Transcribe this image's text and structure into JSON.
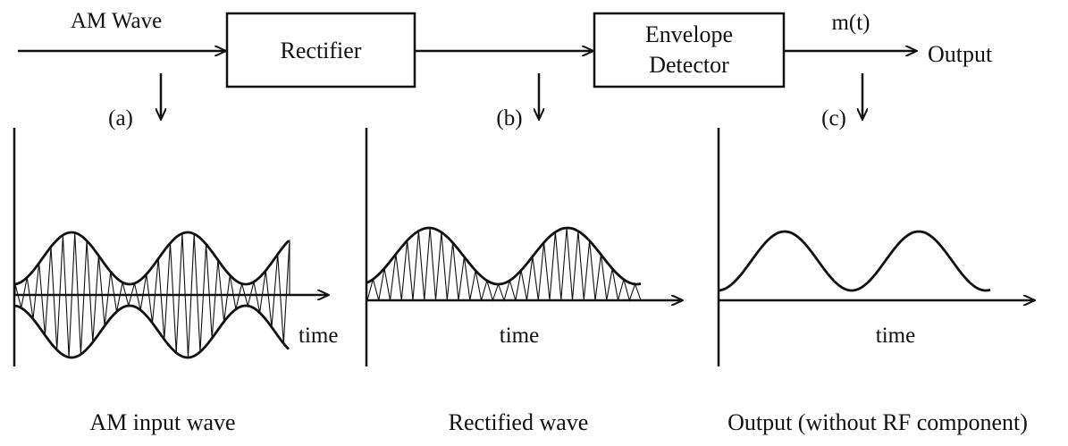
{
  "blocks": {
    "rectifier": "Rectifier",
    "detector_line1": "Envelope",
    "detector_line2": "Detector"
  },
  "signals": {
    "input": "AM Wave",
    "message": "m(t)",
    "output": "Output"
  },
  "taps": {
    "a": "(a)",
    "b": "(b)",
    "c": "(c)"
  },
  "axes": {
    "a_time": "time",
    "b_time": "time",
    "c_time": "time"
  },
  "captions": {
    "a": "AM input wave",
    "b": "Rectified wave",
    "c": "Output (without RF component)"
  },
  "style": {
    "ink": "#111111",
    "background": "#ffffff"
  }
}
